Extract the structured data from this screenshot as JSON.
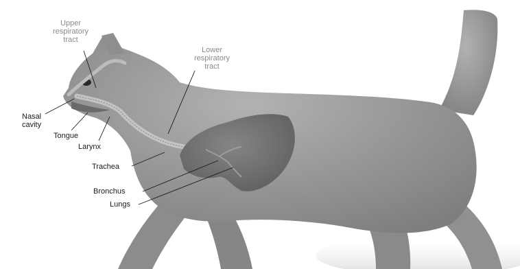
{
  "labels": {
    "upper_tract": "Upper\nrespiratory\ntract",
    "lower_tract": "Lower\nrespiratory\ntract",
    "nasal_cavity": "Nasal\ncavity",
    "tongue": "Tongue",
    "larynx": "Larynx",
    "trachea": "Trachea",
    "bronchus": "Bronchus",
    "lungs": "Lungs"
  },
  "colors": {
    "background": "#ffffff",
    "body": "#9a9a9a",
    "lung": "#6f6f6f",
    "airway": "#bdbdbd",
    "region_label": "#8a8a8a",
    "organ_label": "#1a1a1a"
  }
}
